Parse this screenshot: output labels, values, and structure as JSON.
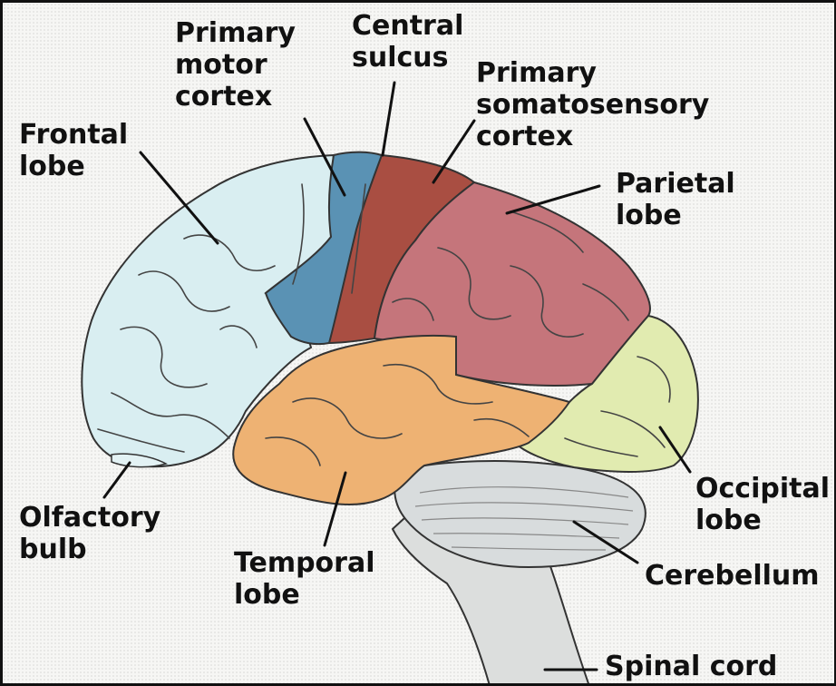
{
  "labels": {
    "primary_motor_cortex": "Primary\nmotor\ncortex",
    "central_sulcus": "Central\nsulcus",
    "primary_somatosensory_cortex": "Primary\nsomatosensory\ncortex",
    "frontal_lobe": "Frontal\nlobe",
    "parietal_lobe": "Parietal\nlobe",
    "olfactory_bulb": "Olfactory\nbulb",
    "temporal_lobe": "Temporal\nlobe",
    "occipital_lobe": "Occipital\nlobe",
    "cerebellum": "Cerebellum",
    "spinal_cord": "Spinal cord"
  },
  "colors": {
    "frontal_lobe": "#d9eef1",
    "primary_motor_cortex": "#5a92b4",
    "primary_somatosensory_cortex": "#a94e42",
    "parietal_lobe": "#c5757b",
    "temporal_lobe": "#eeb273",
    "occipital_lobe": "#e1ebb0",
    "cerebellum": "#d8dcdd",
    "brainstem": "#dcdedd"
  }
}
